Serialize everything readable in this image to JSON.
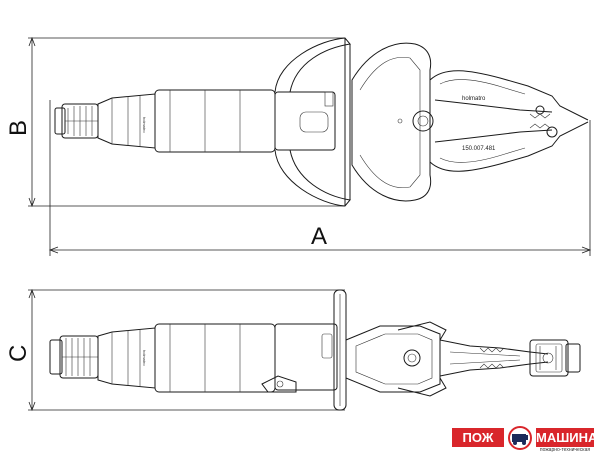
{
  "dimensions": {
    "a": "A",
    "b": "B",
    "c": "C"
  },
  "tool": {
    "brand": "holmatro",
    "part_number": "150.007.481",
    "handle_text_top": "holmatro",
    "handle_text_bottom": "holmatro"
  },
  "logo": {
    "left": "ПОЖ",
    "right": "МАШИНА",
    "tagline": "пожарно-техническая"
  },
  "colors": {
    "logo_red": "#d9262b",
    "line": "#1a1a1a"
  }
}
